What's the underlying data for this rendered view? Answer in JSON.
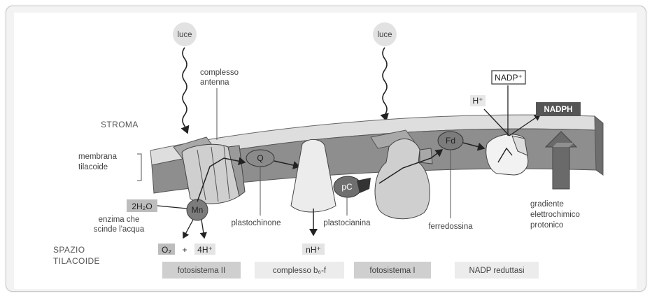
{
  "labels": {
    "luce_left": "luce",
    "luce_right": "luce",
    "complesso_antenna_1": "complesso",
    "complesso_antenna_2": "antenna",
    "stroma": "STROMA",
    "membrana_1": "membrana",
    "membrana_2": "tilacoide",
    "spazio_1": "SPAZIO",
    "spazio_2": "TILACOIDE",
    "h2o": "2H₂O",
    "mn": "Mn",
    "enzima_1": "enzima che",
    "enzima_2": "scinde l'acqua",
    "o2": "O₂",
    "plus": "+",
    "h4": "4H⁺",
    "q": "Q",
    "plastochinone": "plastochinone",
    "nh": "nH⁺",
    "pc": "pC",
    "plastocianina": "plastocianina",
    "fd": "Fd",
    "ferredossina": "ferredossina",
    "hplus": "H⁺",
    "nadp_plus": "NADP⁺",
    "nadph": "NADPH",
    "gradiente_1": "gradiente",
    "gradiente_2": "elettrochimico",
    "gradiente_3": "protonico"
  },
  "legend": [
    {
      "label": "fotosistema II",
      "style": "shaded"
    },
    {
      "label": "complesso b₆-f",
      "style": "light"
    },
    {
      "label": "fotosistema I",
      "style": "shaded"
    },
    {
      "label": "NADP reduttasi",
      "style": "light"
    }
  ],
  "colors": {
    "membrane_top": "#d9d9d9",
    "membrane_front": "#8a8a8a",
    "protein_light": "#dcdcdc",
    "protein_mid": "#bdbdbd",
    "protein_dark": "#7a7a7a",
    "legend_shaded": "#cfcfcf",
    "legend_light": "#ececec"
  }
}
